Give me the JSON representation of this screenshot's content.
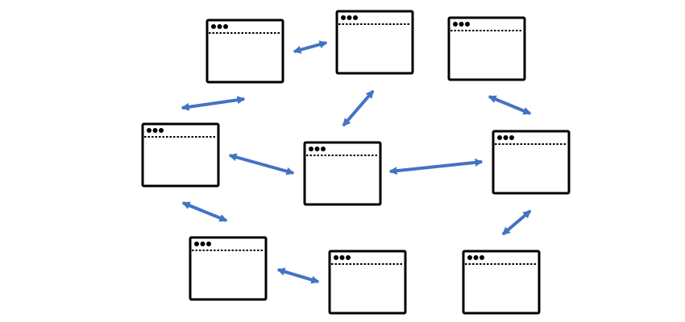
{
  "colors": {
    "background": "#ffffff",
    "window_stroke": "#000000",
    "window_fill": "#ffffff",
    "arrow": "#4472c4"
  },
  "icons": {
    "window": "browser-window-icon",
    "window_controls": "three-dots-icon",
    "connection": "double-headed-arrow"
  },
  "windows": [
    {
      "id": "w-top-left"
    },
    {
      "id": "w-top-center"
    },
    {
      "id": "w-top-right"
    },
    {
      "id": "w-mid-left"
    },
    {
      "id": "w-center"
    },
    {
      "id": "w-mid-right"
    },
    {
      "id": "w-bottom-left"
    },
    {
      "id": "w-bottom-center"
    },
    {
      "id": "w-bottom-right"
    }
  ],
  "connections": [
    {
      "from": "w-top-left",
      "to": "w-top-center"
    },
    {
      "from": "w-top-left",
      "to": "w-mid-left"
    },
    {
      "from": "w-top-center",
      "to": "w-center"
    },
    {
      "from": "w-top-right",
      "to": "w-mid-right"
    },
    {
      "from": "w-mid-left",
      "to": "w-center"
    },
    {
      "from": "w-center",
      "to": "w-mid-right"
    },
    {
      "from": "w-mid-left",
      "to": "w-bottom-left"
    },
    {
      "from": "w-bottom-left",
      "to": "w-bottom-center"
    },
    {
      "from": "w-mid-right",
      "to": "w-bottom-right"
    }
  ]
}
